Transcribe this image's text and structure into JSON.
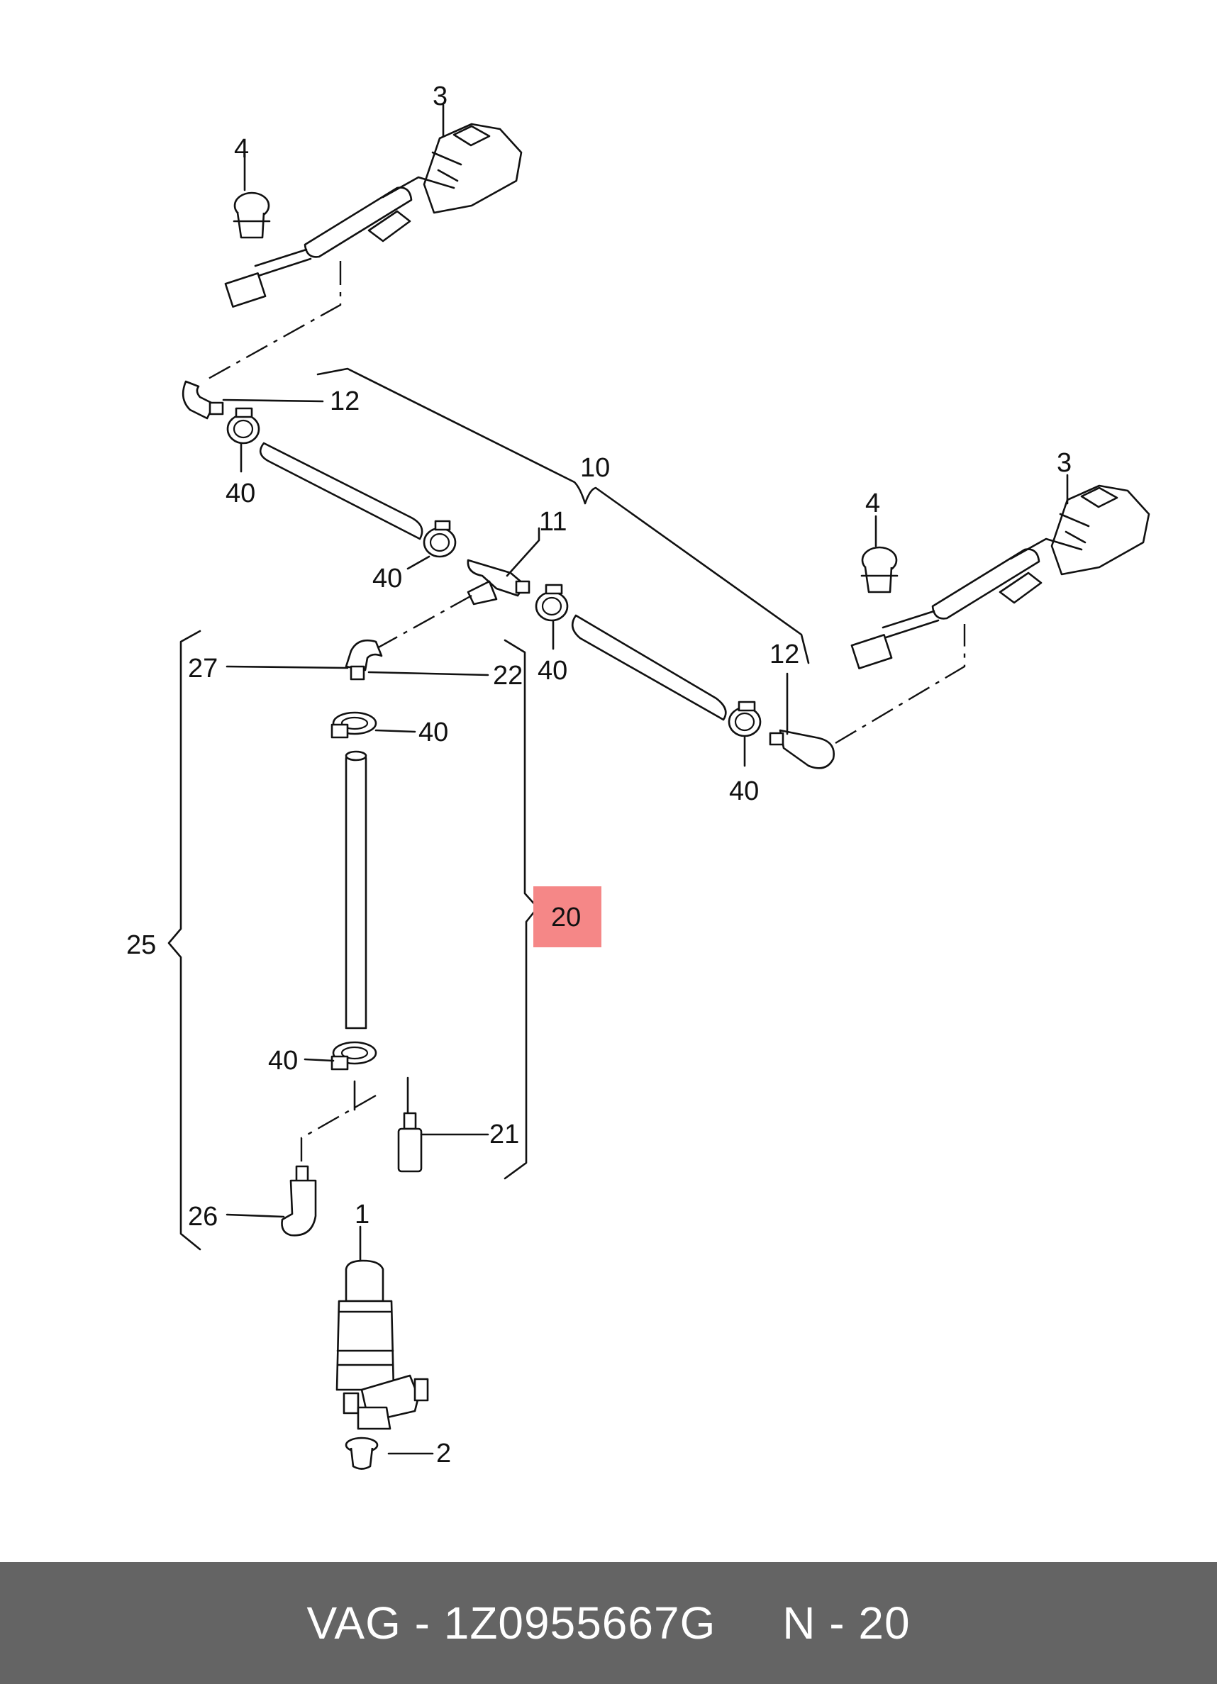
{
  "diagram": {
    "callouts": {
      "c1": "1",
      "c2": "2",
      "c3a": "3",
      "c3b": "3",
      "c4a": "4",
      "c4b": "4",
      "c10": "10",
      "c11": "11",
      "c12a": "12",
      "c12b": "12",
      "c20": "20",
      "c21": "21",
      "c22": "22",
      "c25": "25",
      "c26": "26",
      "c27": "27",
      "c40a": "40",
      "c40b": "40",
      "c40c": "40",
      "c40d": "40",
      "c40e": "40",
      "c40f": "40"
    },
    "highlighted_callout": "20",
    "highlight_color": "#f58787"
  },
  "footer": {
    "text": "VAG - 1Z0955667G     N - 20",
    "background": "#646464",
    "text_color": "#ffffff"
  }
}
